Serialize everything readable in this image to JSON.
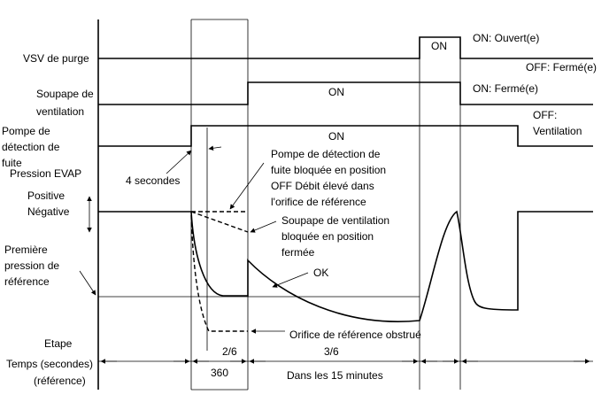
{
  "signals": {
    "vsv_purge": "VSV de purge",
    "vent_valve_1": "Soupape de",
    "vent_valve_2": "ventilation",
    "pump_1": "Pompe de",
    "pump_2": "détection de",
    "pump_3": "fuite",
    "evap_pressure": "Pression EVAP",
    "positive": "Positive",
    "negative": "Négative",
    "ref1": "Première",
    "ref2": "pression de",
    "ref3": "référence",
    "step": "Etape",
    "time1": "Temps (secondes)",
    "time2": "(référence)"
  },
  "states": {
    "on": "ON",
    "vsv_on_desc": "ON: Ouvert(e)",
    "vsv_off_desc": "OFF: Fermé(e)",
    "vent_on_desc": "ON: Fermé(e)",
    "pump_off_desc1": "OFF:",
    "pump_off_desc2": "Ventilation"
  },
  "annotations": {
    "four_seconds": "4 secondes",
    "pump_stuck_1": "Pompe de détection de",
    "pump_stuck_2": "fuite bloquée en position",
    "pump_stuck_3": "OFF Débit élevé dans",
    "pump_stuck_4": "l'orifice de référence",
    "vent_stuck_1": "Soupape de ventilation",
    "vent_stuck_2": "bloquée en position",
    "vent_stuck_3": "fermée",
    "ok": "OK",
    "orifice_blocked": "Orifice de référence obstrué"
  },
  "timeline": {
    "step_2": "2/6",
    "step_3": "3/6",
    "t_360": "360",
    "within_15": "Dans les 15 minutes"
  }
}
